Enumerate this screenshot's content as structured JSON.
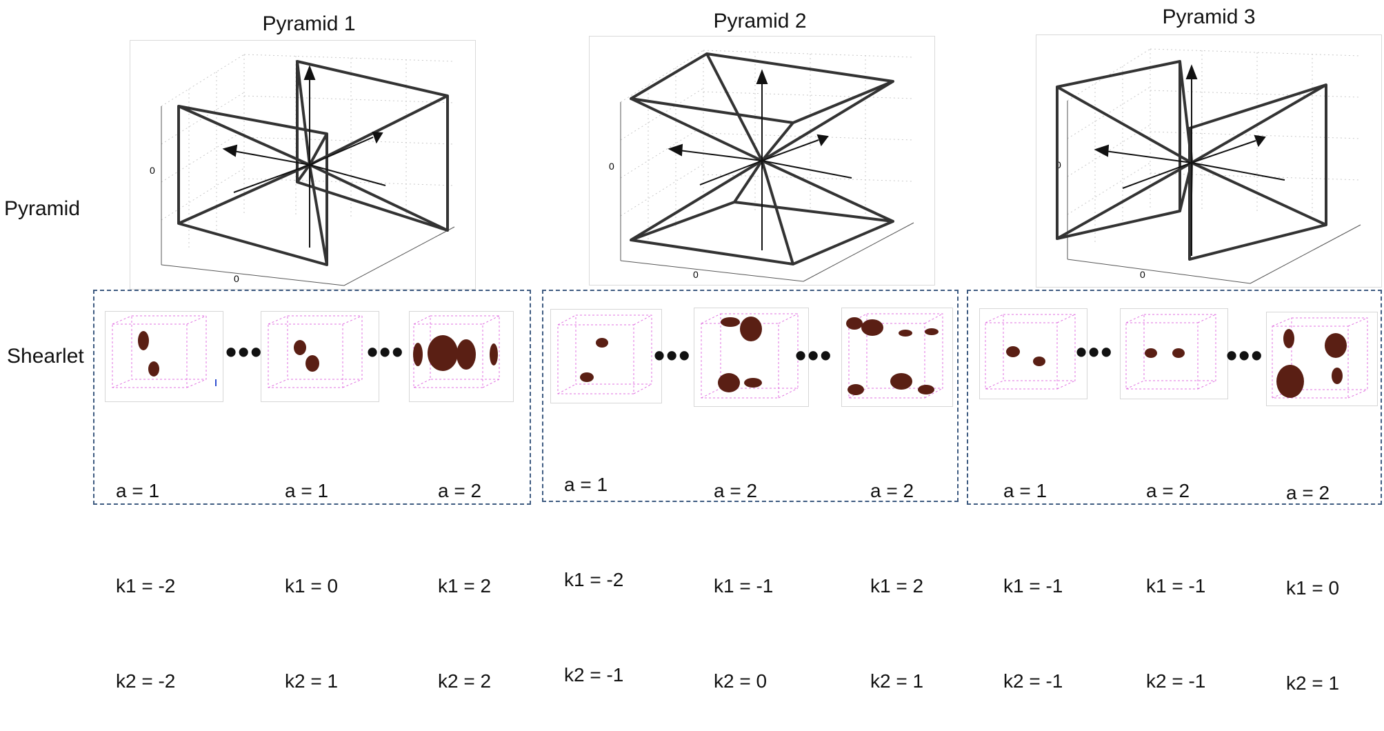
{
  "row_labels": {
    "pyramid": "Pyramid",
    "shearlet": "Shearlet"
  },
  "columns": [
    {
      "title": "Pyramid 1",
      "axis_zero": "0",
      "shearlets": [
        {
          "a": "a = 1",
          "k1": "k1 = -2",
          "k2": "k2 = -2"
        },
        {
          "a": "a = 1",
          "k1": "k1 = 0",
          "k2": "k2 = 1"
        },
        {
          "a": "a = 2",
          "k1": "k1 = 2",
          "k2": "k2 = 2"
        }
      ]
    },
    {
      "title": "Pyramid 2",
      "axis_zero": "0",
      "shearlets": [
        {
          "a": "a = 1",
          "k1": "k1 = -2",
          "k2": "k2 = -1"
        },
        {
          "a": "a = 2",
          "k1": "k1 = -1",
          "k2": "k2 = 0"
        },
        {
          "a": "a = 2",
          "k1": "k1 = 2",
          "k2": "k2 = 1"
        }
      ]
    },
    {
      "title": "Pyramid 3",
      "axis_zero": "0",
      "shearlets": [
        {
          "a": "a = 1",
          "k1": "k1 = -1",
          "k2": "k2 = -1"
        },
        {
          "a": "a = 2",
          "k1": "k1 = -1",
          "k2": "k2 = -1"
        },
        {
          "a": "a = 2",
          "k1": "k1 = 0",
          "k2": "k2 = 1"
        }
      ]
    }
  ],
  "ellipsis": "•••",
  "colors": {
    "frame": "#333333",
    "box": "#e070e0",
    "blob": "#5a1f14",
    "dash": "#3d5a80",
    "grid": "#c8c8c8"
  }
}
